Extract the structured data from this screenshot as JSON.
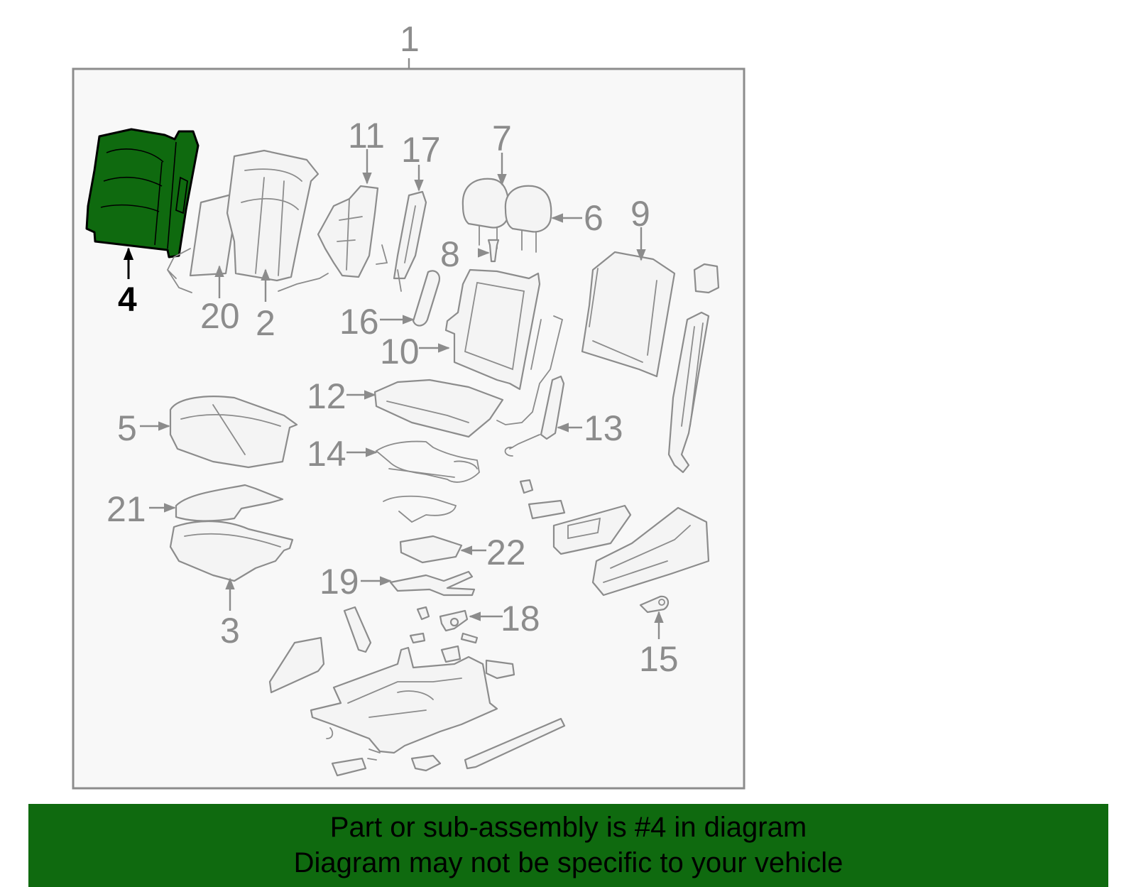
{
  "diagram": {
    "assembly_callout": "1",
    "highlighted_callout": "4",
    "highlight_color": "#0f6a0f",
    "callouts": {
      "c2": "2",
      "c3": "3",
      "c4": "4",
      "c5": "5",
      "c6": "6",
      "c7": "7",
      "c8": "8",
      "c9": "9",
      "c10": "10",
      "c11": "11",
      "c12": "12",
      "c13": "13",
      "c14": "14",
      "c15": "15",
      "c16": "16",
      "c17": "17",
      "c18": "18",
      "c19": "19",
      "c20": "20",
      "c21": "21",
      "c22": "22"
    }
  },
  "banner": {
    "line1": "Part or sub-assembly is #4 in diagram",
    "line2": "Diagram may not be specific to your vehicle",
    "background": "#0f6a0f"
  }
}
